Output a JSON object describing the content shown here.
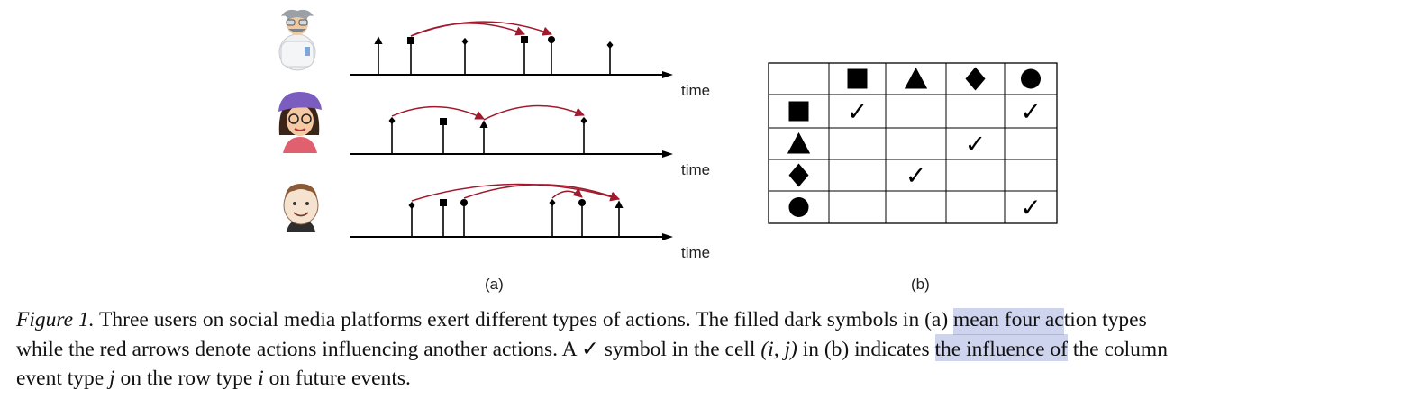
{
  "figure": {
    "panel_a": {
      "axis_label": "time",
      "caption_label": "(a)",
      "users": [
        {
          "avatar": "old-scientist-avatar",
          "events": [
            {
              "type": "triangle"
            },
            {
              "type": "square"
            },
            {
              "type": "diamond"
            },
            {
              "type": "square"
            },
            {
              "type": "circle"
            },
            {
              "type": "diamond"
            }
          ],
          "influence_arrows": [
            {
              "from": 1,
              "to": 3
            },
            {
              "from": 1,
              "to": 4
            }
          ]
        },
        {
          "avatar": "woman-hat-glasses-avatar",
          "events": [
            {
              "type": "diamond"
            },
            {
              "type": "square"
            },
            {
              "type": "triangle"
            },
            {
              "type": "diamond"
            }
          ],
          "influence_arrows": [
            {
              "from": 0,
              "to": 2
            },
            {
              "from": 2,
              "to": 3
            }
          ]
        },
        {
          "avatar": "smiling-man-avatar",
          "events": [
            {
              "type": "diamond"
            },
            {
              "type": "square"
            },
            {
              "type": "circle"
            },
            {
              "type": "diamond"
            },
            {
              "type": "circle"
            },
            {
              "type": "triangle"
            }
          ],
          "influence_arrows": [
            {
              "from": 0,
              "to": 5
            },
            {
              "from": 2,
              "to": 5
            },
            {
              "from": 3,
              "to": 4
            }
          ]
        }
      ]
    },
    "panel_b": {
      "caption_label": "(b)",
      "column_symbols": [
        "square",
        "triangle",
        "diamond",
        "circle"
      ],
      "row_symbols": [
        "square",
        "triangle",
        "diamond",
        "circle"
      ],
      "check_mark": "✓",
      "checks": [
        [
          true,
          false,
          false,
          true
        ],
        [
          false,
          false,
          true,
          false
        ],
        [
          false,
          true,
          false,
          false
        ],
        [
          false,
          false,
          false,
          true
        ]
      ]
    }
  },
  "caption": {
    "label": "Figure 1.",
    "line1_a": " Three users on social media platforms exert different types of actions. The filled dark symbols in (a) ",
    "line1_hl": "mean four ac",
    "line1_b": "tion types",
    "line2_a": "while the red arrows denote actions influencing another actions. A ",
    "check": "✓",
    "line2_b": " symbol in the cell ",
    "cell_math": "(i, j)",
    "line2_c": " in (b) indicates ",
    "line2_hl": "the influence of",
    "line2_d": " the column",
    "line3_a": "event type ",
    "var_j": "j",
    "line3_b": " on the row type ",
    "var_i": "i",
    "line3_c": " on future events."
  },
  "colors": {
    "arrow": "#a0192c",
    "ink": "#000000",
    "highlight": "#c9cee8"
  }
}
